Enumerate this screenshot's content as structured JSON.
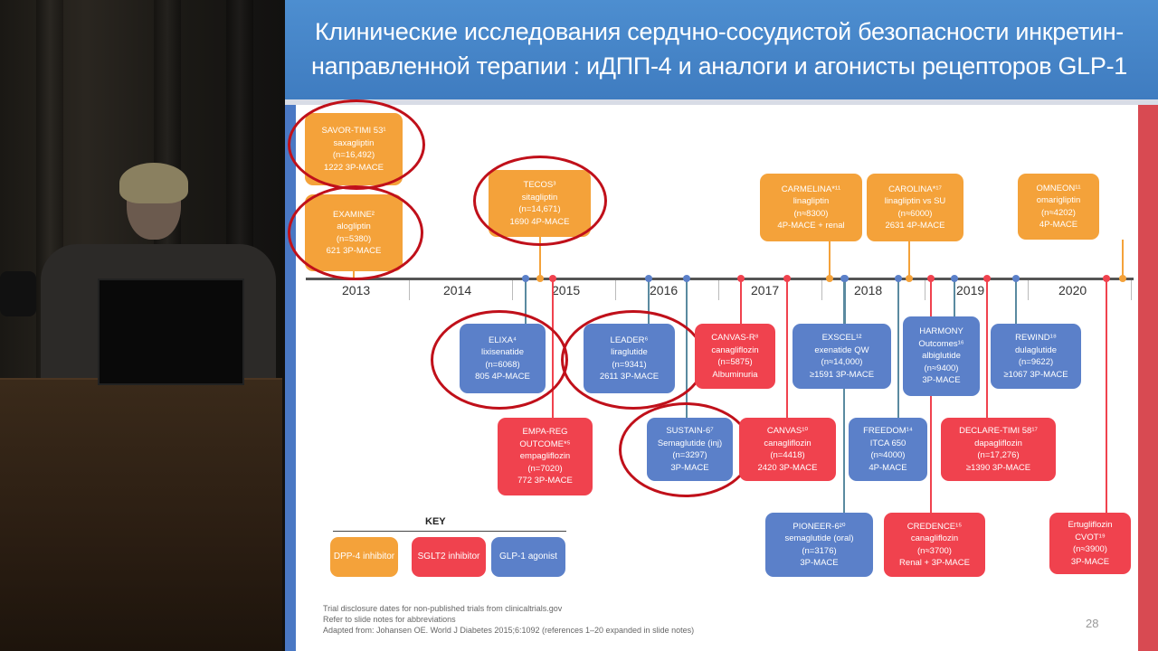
{
  "slide": {
    "title_line1": "Клинические исследования сердчно-сосудистой безопасности инкретин-",
    "title_line2": "направленной терапии : иДПП-4 и аналоги и агонисты рецепторов GLP-1",
    "page_number": "28"
  },
  "colors": {
    "dpp4": "#f4a23a",
    "sglt2": "#f0424e",
    "glp1": "#5b80c9",
    "circle": "#c0101a"
  },
  "timeline": {
    "years": [
      "2013",
      "2014",
      "2015",
      "2016",
      "2017",
      "2018",
      "2019",
      "2020"
    ]
  },
  "trials": [
    {
      "type": "dpp4",
      "lines": [
        "SAVOR-TIMI 53¹",
        "saxagliptin",
        "(n=16,492)",
        "1222 3P-MACE"
      ],
      "circled": true
    },
    {
      "type": "dpp4",
      "lines": [
        "EXAMINE²",
        "alogliptin",
        "(n=5380)",
        "621 3P-MACE"
      ],
      "circled": true
    },
    {
      "type": "dpp4",
      "lines": [
        "TECOS³",
        "sitagliptin",
        "(n=14,671)",
        "1690 4P-MACE"
      ],
      "circled": true
    },
    {
      "type": "dpp4",
      "lines": [
        "CARMELINA*¹¹",
        "linagliptin",
        "(n≈8300)",
        "4P-MACE + renal"
      ],
      "circled": false
    },
    {
      "type": "dpp4",
      "lines": [
        "CAROLINA*¹⁷",
        "linagliptin vs SU",
        "(n≈6000)",
        "2631 4P-MACE"
      ],
      "circled": false
    },
    {
      "type": "dpp4",
      "lines": [
        "OMNEON¹¹",
        "omarigliptin",
        "(n≈4202)",
        "4P-MACE"
      ],
      "circled": false
    },
    {
      "type": "glp1",
      "lines": [
        "ELIXA⁴",
        "lixisenatide",
        "(n=6068)",
        "805 4P-MACE"
      ],
      "circled": true
    },
    {
      "type": "glp1",
      "lines": [
        "LEADER⁶",
        "liraglutide",
        "(n=9341)",
        "2611 3P-MACE"
      ],
      "circled": true
    },
    {
      "type": "sglt2",
      "lines": [
        "CANVAS-R⁸",
        "canagliflozin",
        "(n=5875)",
        "Albuminuria"
      ],
      "circled": false
    },
    {
      "type": "glp1",
      "lines": [
        "EXSCEL¹²",
        "exenatide QW",
        "(n≈14,000)",
        "≥1591 3P-MACE"
      ],
      "circled": false
    },
    {
      "type": "glp1",
      "lines": [
        "HARMONY",
        "Outcomes¹⁶",
        "albiglutide",
        "(n≈9400)",
        "3P-MACE"
      ],
      "circled": false
    },
    {
      "type": "glp1",
      "lines": [
        "REWIND¹⁸",
        "dulaglutide",
        "(n=9622)",
        "≥1067 3P-MACE"
      ],
      "circled": false
    },
    {
      "type": "sglt2",
      "lines": [
        "EMPA-REG",
        "OUTCOME*⁵",
        "empagliflozin",
        "(n=7020)",
        "772 3P-MACE"
      ],
      "circled": false
    },
    {
      "type": "glp1",
      "lines": [
        "SUSTAIN-6⁷",
        "Semaglutide (inj)",
        "(n=3297)",
        "3P-MACE"
      ],
      "circled": true
    },
    {
      "type": "sglt2",
      "lines": [
        "CANVAS¹⁰",
        "canagliflozin",
        "(n=4418)",
        "2420 3P-MACE"
      ],
      "circled": false
    },
    {
      "type": "glp1",
      "lines": [
        "FREEDOM¹⁴",
        "ITCA 650",
        "(n≈4000)",
        "4P-MACE"
      ],
      "circled": false
    },
    {
      "type": "sglt2",
      "lines": [
        "DECLARE-TIMI 58¹⁷",
        "dapagliflozin",
        "(n=17,276)",
        "≥1390 3P-MACE"
      ],
      "circled": false
    },
    {
      "type": "glp1",
      "lines": [
        "PIONEER-6²⁰",
        "semaglutide (oral)",
        "(n=3176)",
        "3P-MACE"
      ],
      "circled": false
    },
    {
      "type": "sglt2",
      "lines": [
        "CREDENCE¹⁵",
        "canagliflozin",
        "(n≈3700)",
        "Renal + 3P-MACE"
      ],
      "circled": false
    },
    {
      "type": "sglt2",
      "lines": [
        "Ertugliflozin",
        "CVOT¹⁹",
        "(n≈3900)",
        "3P-MACE"
      ],
      "circled": false
    }
  ],
  "key": {
    "label": "KEY",
    "items": [
      {
        "type": "dpp4",
        "label": "DPP-4 inhibitor"
      },
      {
        "type": "sglt2",
        "label": "SGLT2 inhibitor"
      },
      {
        "type": "glp1",
        "label": "GLP-1 agonist"
      }
    ]
  },
  "footnotes": [
    "Trial disclosure dates for non-published trials from clinicaltrials.gov",
    "Refer to slide notes for abbreviations",
    "Adapted from: Johansen OE. World J Diabetes 2015;6:1092 (references 1–20 expanded in slide notes)"
  ]
}
